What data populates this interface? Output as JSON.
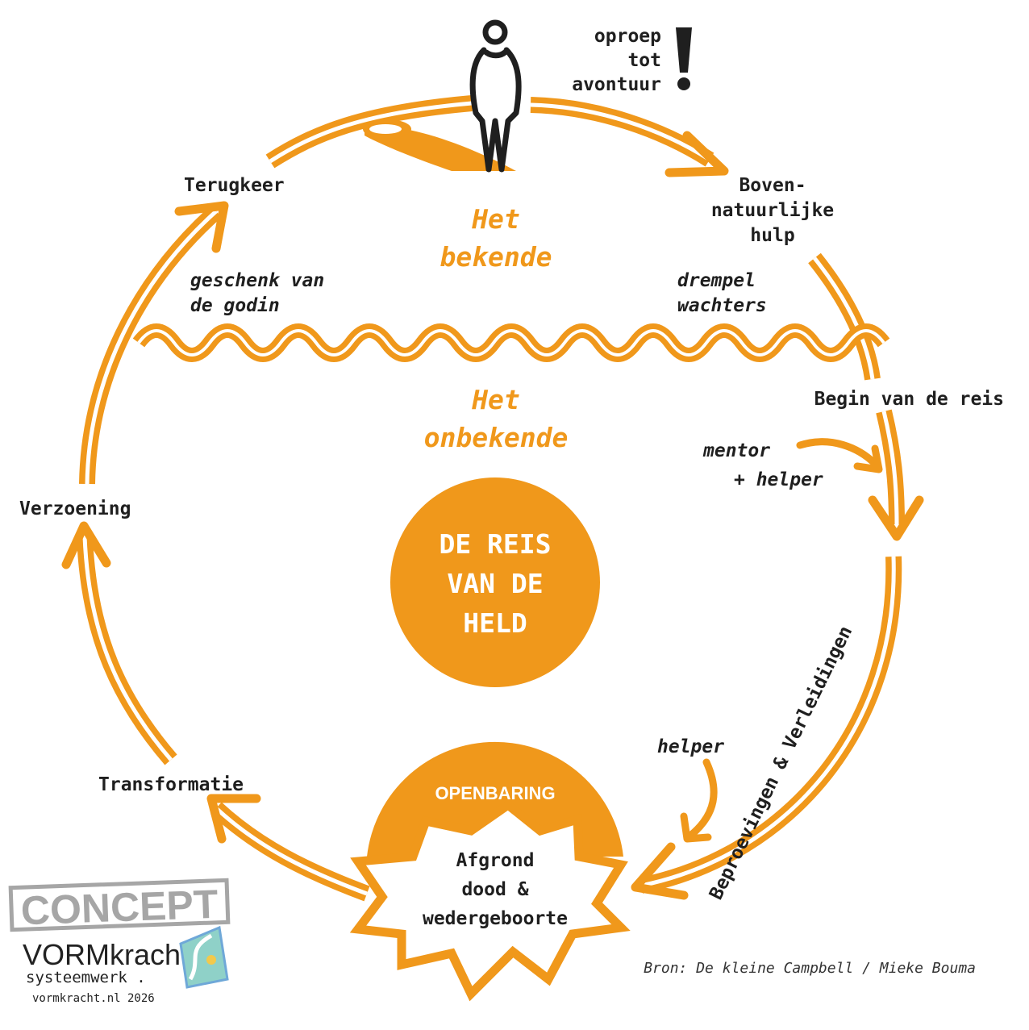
{
  "colors": {
    "accent": "#f0981b",
    "text": "#1f1f1f",
    "stamp": "#a6a6a6"
  },
  "call": {
    "line1": "oproep",
    "line2": "tot",
    "line3": "avontuur",
    "mark": "!"
  },
  "stages": {
    "return": "Terugkeer",
    "supernatural": [
      "Boven-",
      "natuurlijke",
      "hulp"
    ],
    "journey_start": "Begin van de reis",
    "atonement": "Verzoening",
    "transformation": "Transformatie",
    "trials": "Beproevingen & Verleidingen"
  },
  "annotations": {
    "gift": [
      "geschenk van",
      "de godin"
    ],
    "threshold": [
      "drempel",
      "wachters"
    ],
    "mentor": [
      "mentor",
      "+ helper"
    ],
    "helper": "helper"
  },
  "zones": {
    "known": [
      "Het",
      "bekende"
    ],
    "unknown": [
      "Het",
      "onbekende"
    ]
  },
  "center": [
    "DE REIS",
    "VAN DE",
    "HELD"
  ],
  "revelation": {
    "title": "OPENBARING",
    "abyss": [
      "Afgrond",
      "dood &",
      "wedergeboorte"
    ]
  },
  "source": "Bron: De kleine Campbell / Mieke Bouma",
  "branding": {
    "stamp": "CONCEPT",
    "name": "VORMkracht",
    "sub": "systeemwerk .",
    "site": "vormkracht.nl 2026"
  }
}
